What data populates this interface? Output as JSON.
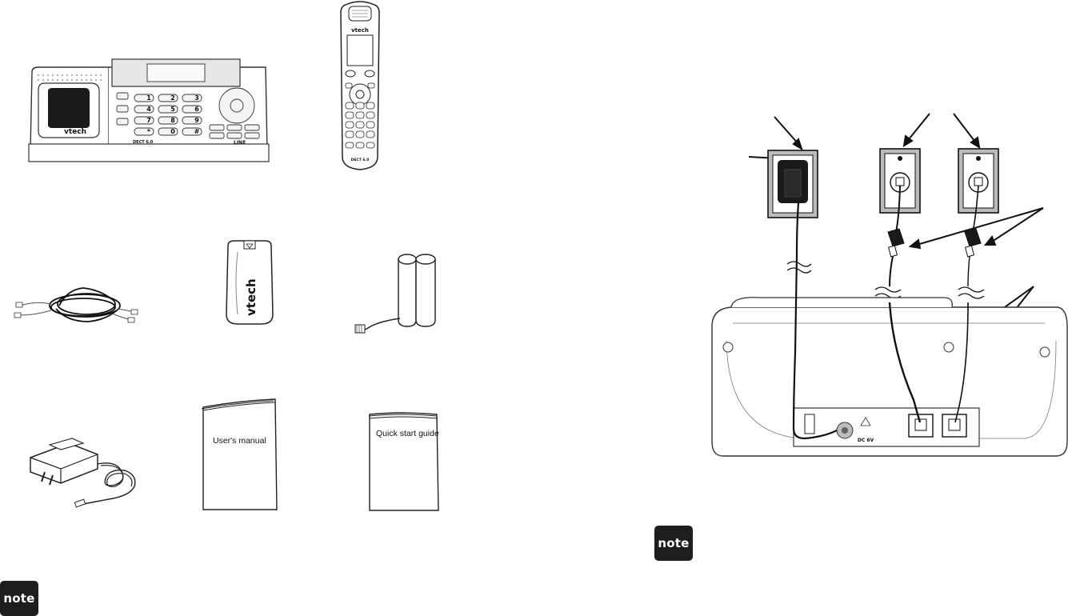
{
  "base_unit": {
    "brand": "vtech",
    "dect_label": "DECT 6.0",
    "line_label": "LINE"
  },
  "handset": {
    "brand": "vtech",
    "dect_label": "DECT 6.0"
  },
  "belt_clip": {
    "brand": "vtech"
  },
  "users_manual": {
    "title": "User's manual"
  },
  "quick_start_guide": {
    "title": "Quick start guide"
  },
  "connection_diagram": {
    "power_label": "DC 6V"
  },
  "notes": {
    "left_badge": "note",
    "right_badge": "note"
  }
}
